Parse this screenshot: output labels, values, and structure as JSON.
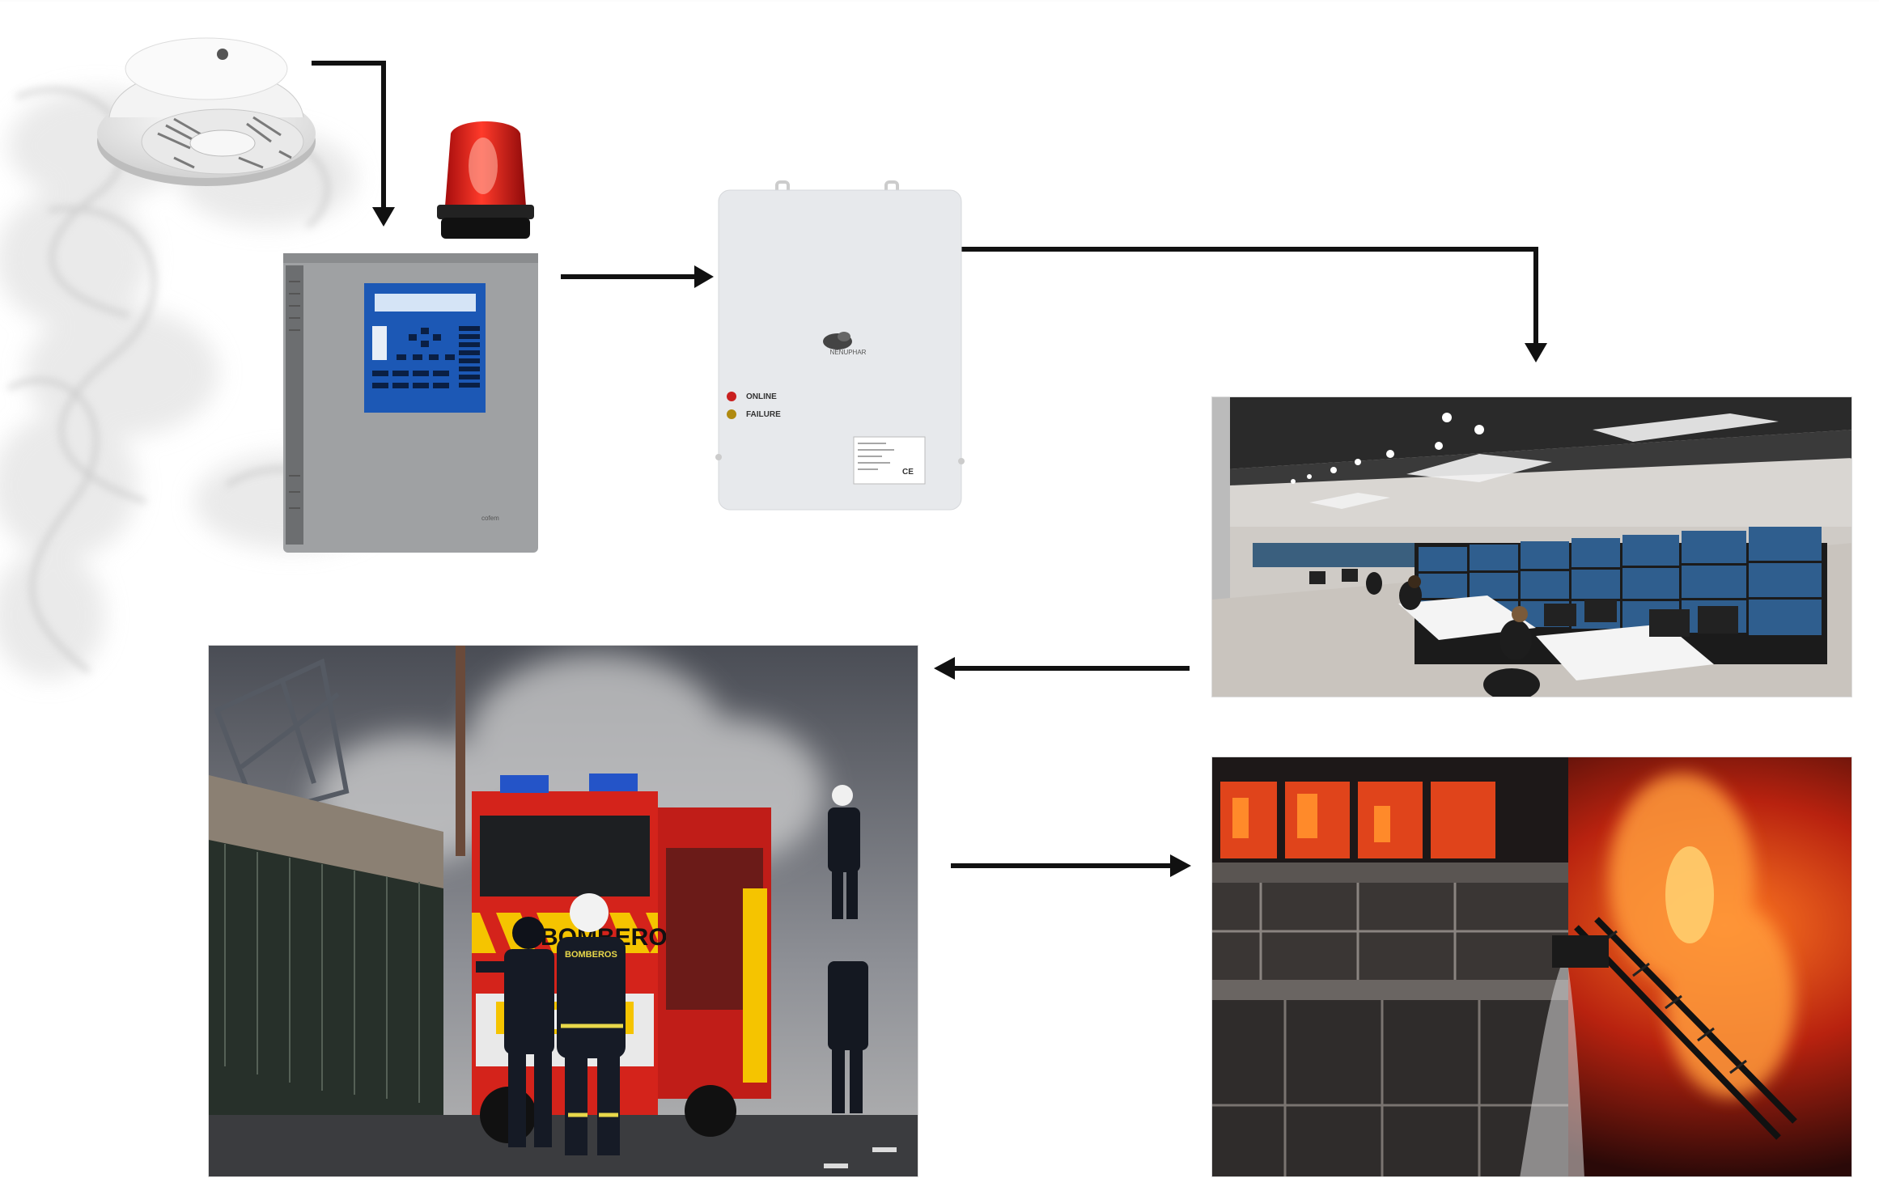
{
  "colors": {
    "arrow": "#111111",
    "beacon_red": "#e01515",
    "panel_blue": "#1c58b5",
    "panel_grey": "#a3a5a7",
    "fire_orange": "#ff5a1a",
    "truck_red": "#d4231b",
    "truck_yellow": "#f5c400"
  },
  "nodes": {
    "smoke_detector": {
      "icon": "smoke-detector-icon"
    },
    "beacon": {
      "icon": "red-beacon-icon"
    },
    "fire_panel": {
      "icon": "fire-alarm-panel-icon",
      "brand": "cofem"
    },
    "communicator": {
      "icon": "communicator-box-icon",
      "brand": "NENUPHAR",
      "led_online": "ONLINE",
      "led_failure": "FAILURE",
      "ce_mark": "CE"
    },
    "control_room": {
      "icon": "monitoring-center-photo"
    },
    "fire_truck": {
      "icon": "fire-truck-photo",
      "truck_text": "BOMBEROS",
      "vest_text": "BOMBEROS"
    },
    "building_fire": {
      "icon": "building-fire-photo"
    }
  },
  "flow": [
    {
      "from": "smoke_detector",
      "to": "fire_panel"
    },
    {
      "from": "fire_panel",
      "to": "communicator"
    },
    {
      "from": "communicator",
      "to": "control_room"
    },
    {
      "from": "control_room",
      "to": "fire_truck"
    },
    {
      "from": "fire_truck",
      "to": "building_fire"
    }
  ]
}
